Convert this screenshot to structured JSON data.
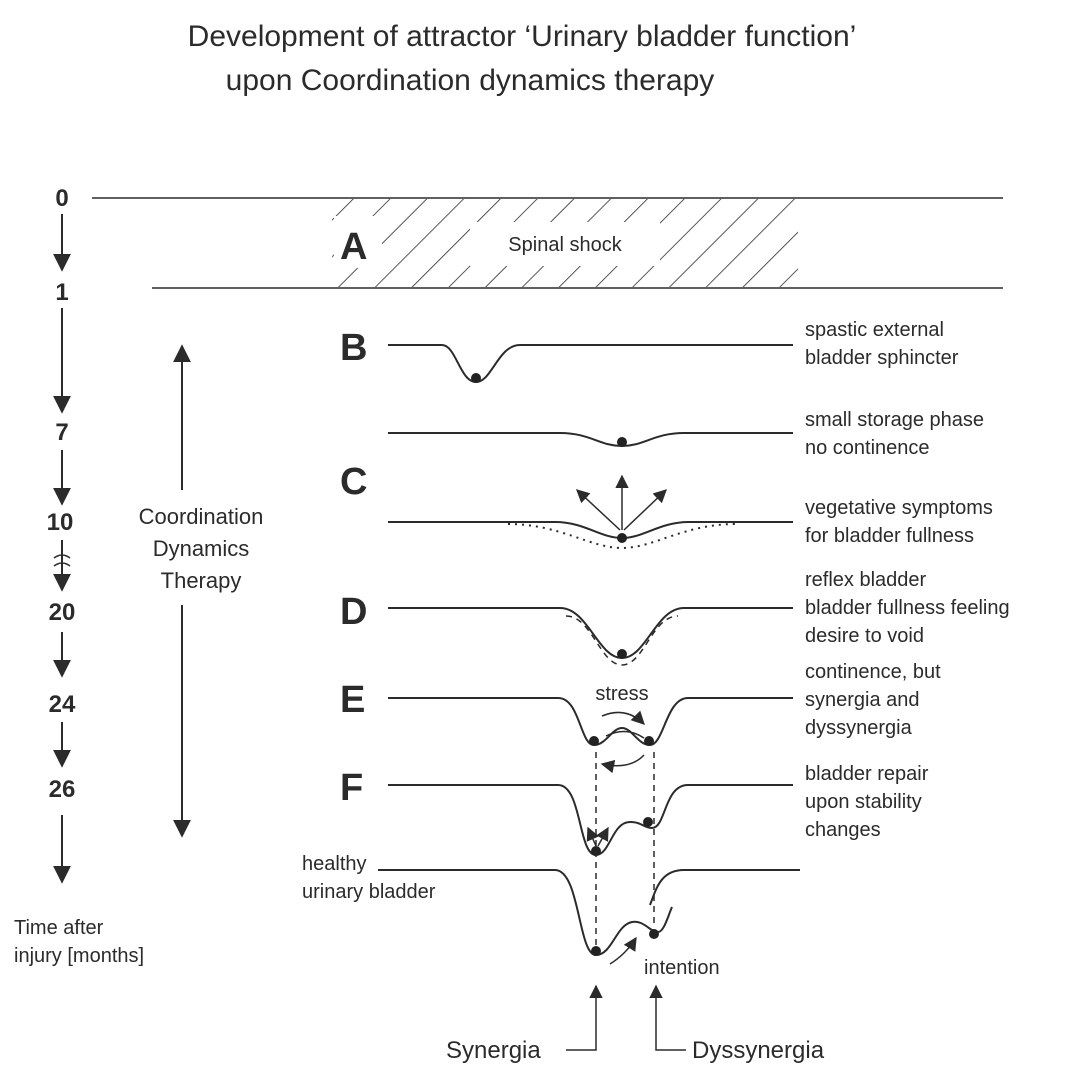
{
  "title_line1": "Development of attractor ‘Urinary bladder function’",
  "title_line2": "upon Coordination dynamics therapy",
  "time_axis": {
    "ticks": [
      "0",
      "1",
      "7",
      "10",
      "20",
      "24",
      "26"
    ],
    "label_line1": "Time after",
    "label_line2": "injury [months]"
  },
  "therapy": {
    "line1": "Coordination",
    "line2": "Dynamics",
    "line3": "Therapy"
  },
  "stages": {
    "a": {
      "letter": "A",
      "text": "Spinal shock"
    },
    "b": {
      "letter": "B",
      "desc": [
        "spastic external",
        "bladder sphincter"
      ]
    },
    "c": {
      "letter": "C",
      "desc": [
        "small storage phase",
        "no continence",
        "vegetative symptoms",
        "for bladder fullness"
      ]
    },
    "d": {
      "letter": "D",
      "desc": [
        "reflex bladder",
        "bladder fullness feeling",
        "desire to void"
      ]
    },
    "e": {
      "letter": "E",
      "desc": [
        "continence, but",
        "synergia and",
        "dyssynergia"
      ],
      "note": "stress"
    },
    "f": {
      "letter": "F",
      "desc": [
        "bladder repair",
        "upon stability",
        "changes"
      ]
    },
    "healthy": {
      "desc": [
        "healthy",
        "urinary bladder"
      ],
      "note": "intention"
    }
  },
  "bottom": {
    "left": "Synergia",
    "right": "Dyssynergia"
  }
}
